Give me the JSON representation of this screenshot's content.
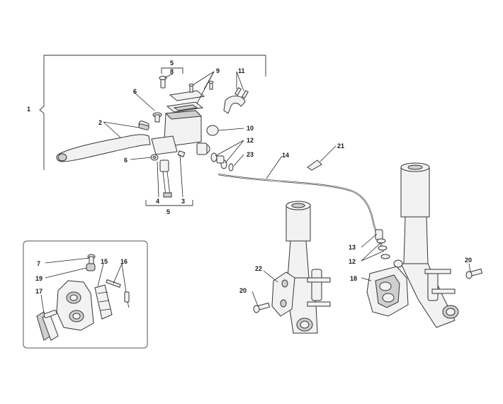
{
  "labels": {
    "l1": "1",
    "l2": "2",
    "l3": "3",
    "l4": "4",
    "l5_top": "5",
    "l5_bottom": "5",
    "l6_top": "6",
    "l6_bottom": "6",
    "l7": "7",
    "l8": "8",
    "l9": "9",
    "l10": "10",
    "l11": "11",
    "l12_upper": "12",
    "l12_lower": "12",
    "l13": "13",
    "l14": "14",
    "l15": "15",
    "l16": "16",
    "l17": "17",
    "l18": "18",
    "l19": "19",
    "l20_left": "20",
    "l20_right": "20",
    "l21": "21",
    "l22": "22",
    "l23": "23"
  }
}
